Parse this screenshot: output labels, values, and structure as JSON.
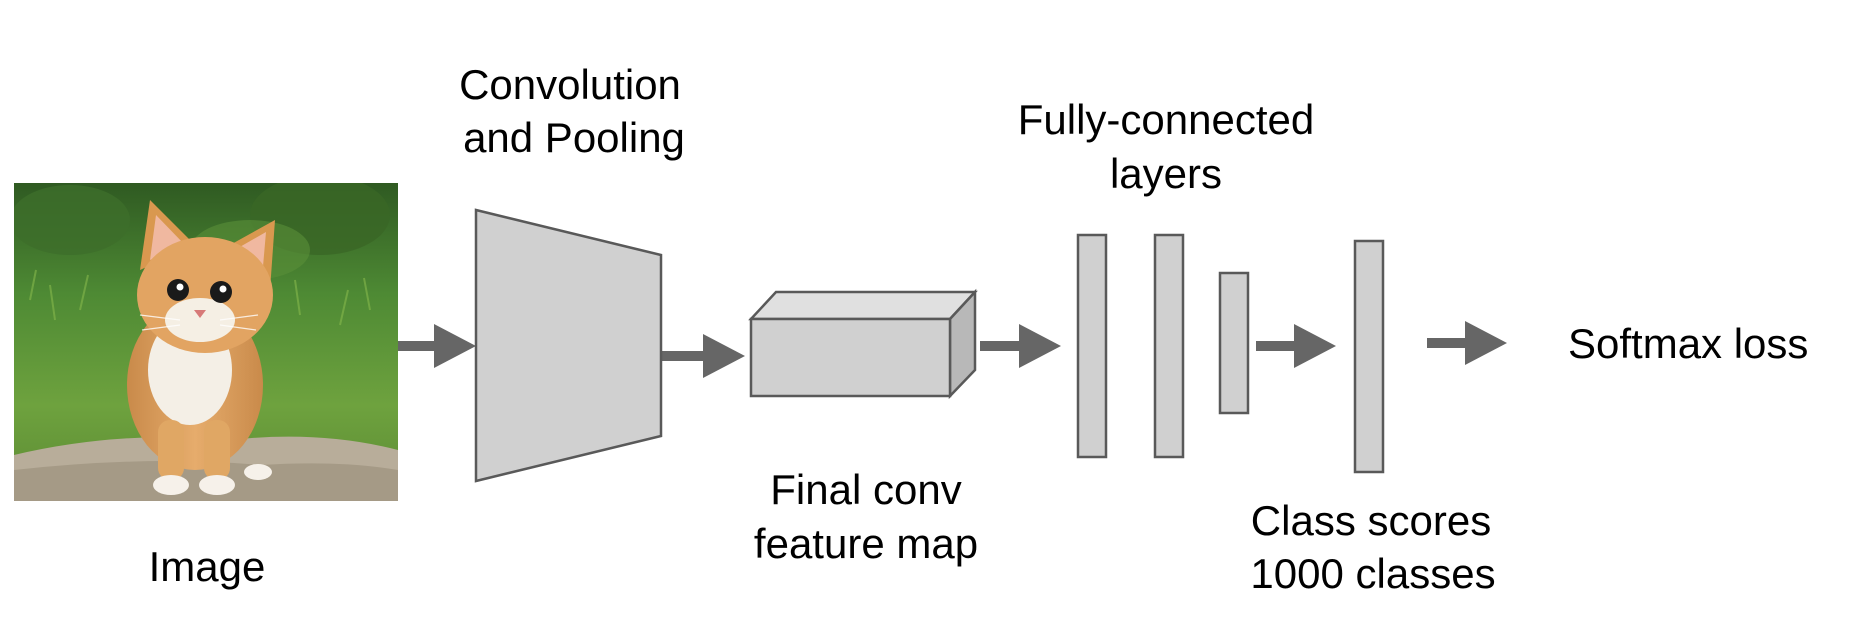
{
  "labels": {
    "conv_pool_line1": "Convolution",
    "conv_pool_line2": "and Pooling",
    "fc_line1": "Fully-connected",
    "fc_line2": "layers",
    "image": "Image",
    "final_conv_line1": "Final conv",
    "final_conv_line2": "feature map",
    "class_scores_line1": "Class scores",
    "class_scores_line2": "1000 classes",
    "softmax": "Softmax loss"
  },
  "image": {
    "subject": "kitten photo"
  },
  "colors": {
    "block_fill": "#d0d0d0",
    "block_top": "#e0e0e0",
    "block_side": "#b8b8b8",
    "stroke": "#595959",
    "arrow": "#666666",
    "text": "#000000"
  }
}
